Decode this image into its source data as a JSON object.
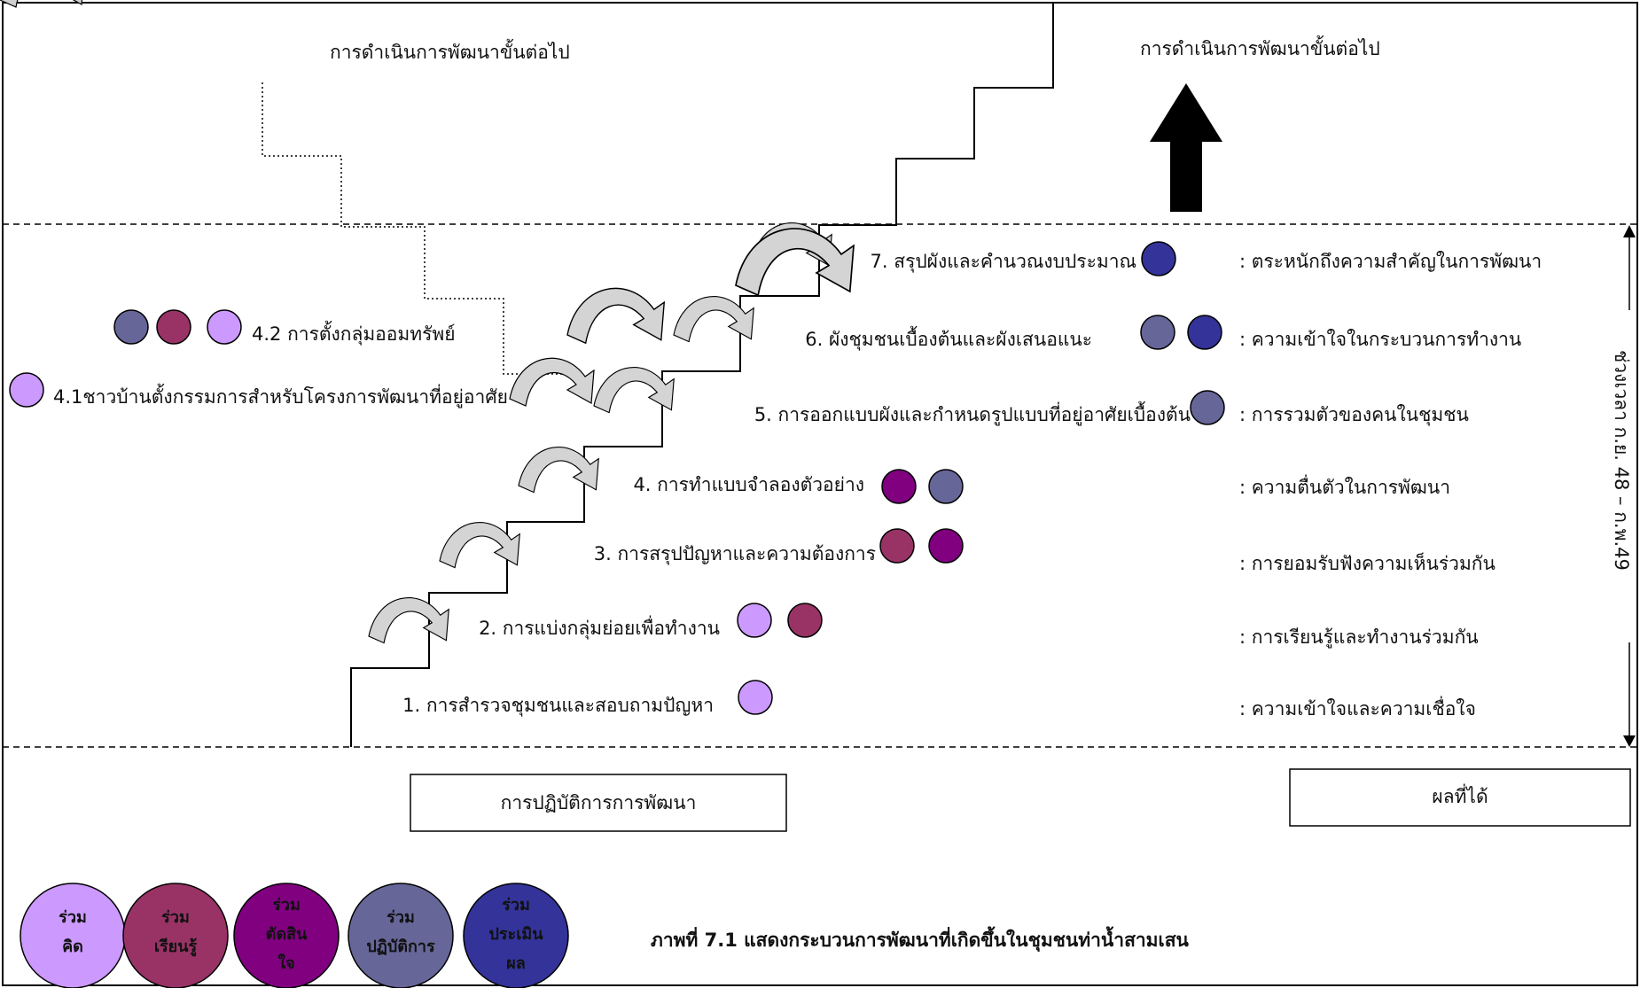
{
  "colors": {
    "think": "#cc99ff",
    "learn": "#993366",
    "decide": "#800080",
    "act": "#666699",
    "evaluate": "#333399"
  },
  "top": {
    "left_next": "การดำเนินการพัฒนาขั้นต่อไป",
    "right_next": "การดำเนินการพัฒนาขั้นต่อไป"
  },
  "steps": [
    {
      "label": "1. การสำรวจชุมชนและสอบถามปัญหา",
      "dots": [
        "think"
      ]
    },
    {
      "label": "2. การแบ่งกลุ่มย่อยเพื่อทำงาน",
      "dots": [
        "think",
        "learn"
      ]
    },
    {
      "label": "3. การสรุปปัญหาและความต้องการ",
      "dots": [
        "learn",
        "decide"
      ]
    },
    {
      "label": "4. การทำแบบจำลองตัวอย่าง",
      "dots": [
        "decide",
        "act"
      ]
    },
    {
      "label": "5. การออกแบบผังและกำหนดรูปแบบที่อยู่อาศัยเบื้องต้น",
      "dots": [
        "act"
      ]
    },
    {
      "label": "6. ผังชุมชนเบื้องต้นและผังเสนอแนะ",
      "dots": [
        "act",
        "evaluate"
      ]
    },
    {
      "label": "7. สรุปผังและคำนวณงบประมาณ",
      "dots": [
        "evaluate"
      ]
    }
  ],
  "side_steps": [
    {
      "label": "4.2 การตั้งกลุ่มออมทรัพย์",
      "dots": [
        "act",
        "learn",
        "think"
      ]
    },
    {
      "label": "4.1ชาวบ้านตั้งกรรมการสำหรับโครงการพัฒนาที่อยู่อาศัย",
      "dots": [
        "think"
      ]
    }
  ],
  "results": [
    ": ตระหนักถึงความสำคัญในการพัฒนา",
    ": ความเข้าใจในกระบวนการทำงาน",
    ": การรวมตัวของคนในชุมชน",
    ": ความตื่นตัวในการพัฒนา",
    ": การยอมรับฟังความเห็นร่วมกัน",
    ": การเรียนรู้และทำงานร่วมกัน",
    ": ความเข้าใจและความเชื่อใจ"
  ],
  "time_range": "ช่วงเวลา ก.ย. 48 – ก.พ.49",
  "boxes": {
    "practice": "การปฏิบัติการการพัฒนา",
    "results": "ผลที่ได้"
  },
  "legend": [
    {
      "key": "think",
      "lines": [
        "ร่วม",
        "คิด"
      ]
    },
    {
      "key": "learn",
      "lines": [
        "ร่วม",
        "เรียนรู้"
      ]
    },
    {
      "key": "decide",
      "lines": [
        "ร่วม",
        "ตัดสิน",
        "ใจ"
      ]
    },
    {
      "key": "act",
      "lines": [
        "ร่วม",
        "ปฏิบัติการ"
      ]
    },
    {
      "key": "evaluate",
      "lines": [
        "ร่วม",
        "ประเมิน",
        "ผล"
      ]
    }
  ],
  "caption": "ภาพที่ 7.1 แสดงกระบวนการพัฒนาที่เกิดขึ้นในชุมชนท่าน้ำสามเสน"
}
